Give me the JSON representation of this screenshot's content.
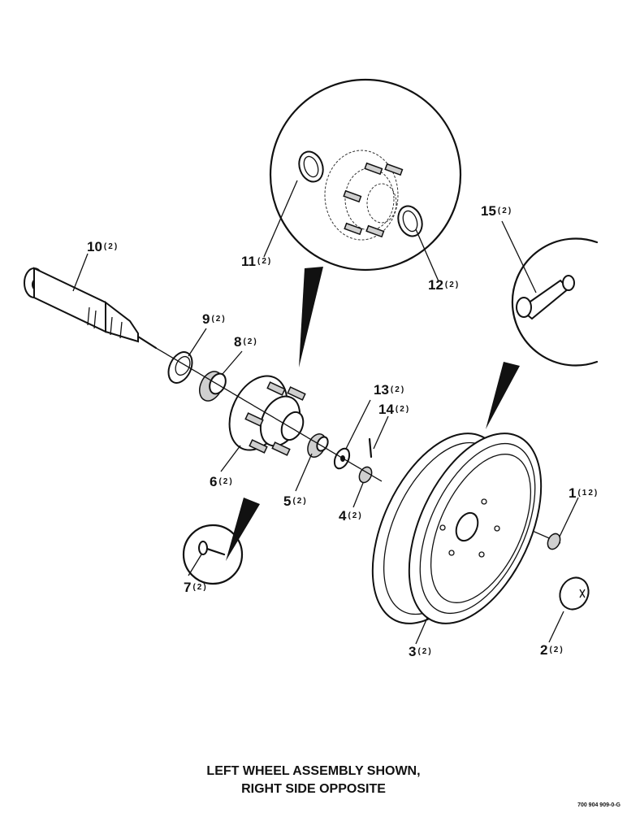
{
  "parts": [
    {
      "num": "1",
      "qty": "(12)"
    },
    {
      "num": "2",
      "qty": "(2)"
    },
    {
      "num": "3",
      "qty": "(2)"
    },
    {
      "num": "4",
      "qty": "(2)"
    },
    {
      "num": "5",
      "qty": "(2)"
    },
    {
      "num": "6",
      "qty": "(2)"
    },
    {
      "num": "7",
      "qty": "(2)"
    },
    {
      "num": "8",
      "qty": "(2)"
    },
    {
      "num": "9",
      "qty": "(2)"
    },
    {
      "num": "10",
      "qty": "(2)"
    },
    {
      "num": "11",
      "qty": "(2)"
    },
    {
      "num": "12",
      "qty": "(2)"
    },
    {
      "num": "13",
      "qty": "(2)"
    },
    {
      "num": "14",
      "qty": "(2)"
    },
    {
      "num": "15",
      "qty": "(2)"
    }
  ],
  "caption": {
    "line1": "LEFT WHEEL ASSEMBLY SHOWN,",
    "line2": "RIGHT SIDE OPPOSITE"
  },
  "doc_number": "700 904 909-0-G"
}
